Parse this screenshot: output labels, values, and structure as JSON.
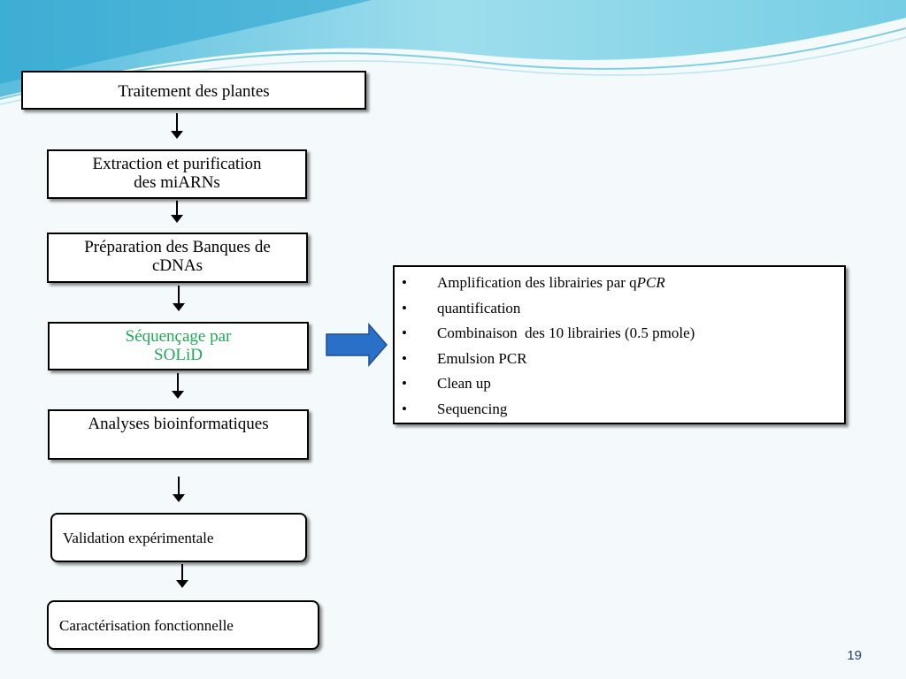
{
  "steps": {
    "plant_treatment": "Traitement des plantes",
    "extraction_l1": "Extraction et purification",
    "extraction_l2": "des miARNs",
    "library_prep_l1": "Préparation des Banques de",
    "library_prep_l2": "cDNAs",
    "sequencing_l1": "Séquençage par",
    "sequencing_l2": "SOLiD",
    "bioinformatics": "Analyses bioinformatiques",
    "validation": "Validation expérimentale",
    "characterization": "Caractérisation fonctionnelle"
  },
  "details": {
    "bullet": "•",
    "items": [
      {
        "text": "Amplification des librairies par q",
        "italic": "PCR"
      },
      {
        "text": "quantification",
        "italic": ""
      },
      {
        "text": "Combinaison  des 10 librairies (0.5 pmole)",
        "italic": ""
      },
      {
        "text": "Emulsion PCR",
        "italic": ""
      },
      {
        "text": "Clean up",
        "italic": ""
      },
      {
        "text": "Sequencing",
        "italic": ""
      }
    ]
  },
  "page_number": "19",
  "colors": {
    "sequencing_text": "#1faa55",
    "block_arrow": "#2a6fc8",
    "header_wave": "#5fc6e0",
    "page_number": "#1f3f80"
  }
}
